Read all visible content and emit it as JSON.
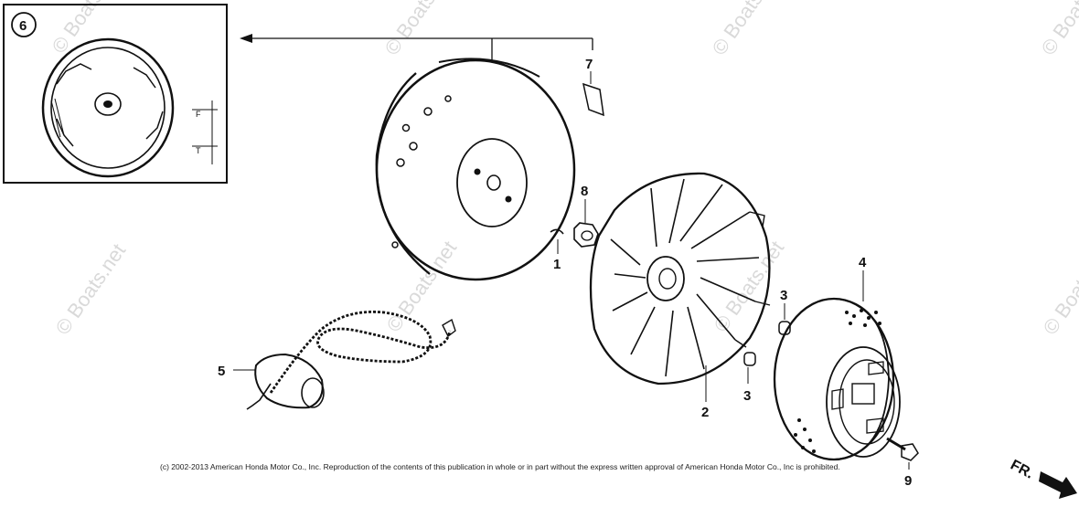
{
  "watermark": "© Boats.net",
  "callouts": {
    "p1": "1",
    "p2": "2",
    "p3a": "3",
    "p3b": "3",
    "p4": "4",
    "p5": "5",
    "p6": "6",
    "p7": "7",
    "p8": "8",
    "p9": "9"
  },
  "direction_label": "FR.",
  "copyright": "(c) 2002-2013 American Honda Motor Co., Inc. Reproduction of the contents of this publication in whole or in part without the express written approval of American Honda Motor Co., Inc is prohibited.",
  "colors": {
    "line": "#111111",
    "watermark": "#d9d9d9"
  }
}
